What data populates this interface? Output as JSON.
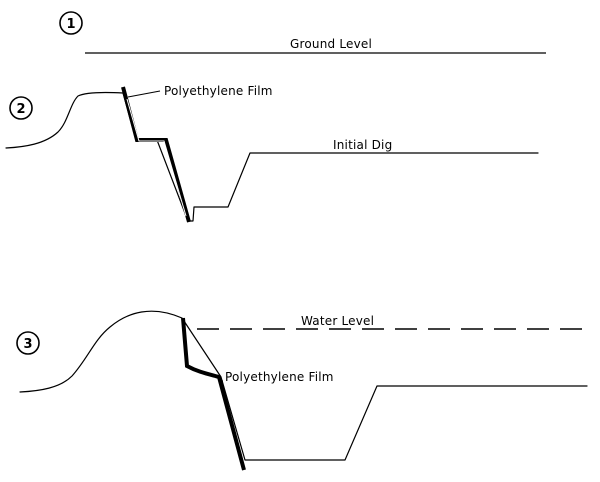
{
  "diagram": {
    "stages": [
      {
        "number": "1"
      },
      {
        "number": "2"
      },
      {
        "number": "3"
      }
    ],
    "labels": {
      "ground_level": "Ground Level",
      "polyethylene_film_top": "Polyethylene Film",
      "initial_dig": "Initial Dig",
      "water_level": "Water Level",
      "polyethylene_film_bottom": "Polyethylene Film"
    }
  }
}
